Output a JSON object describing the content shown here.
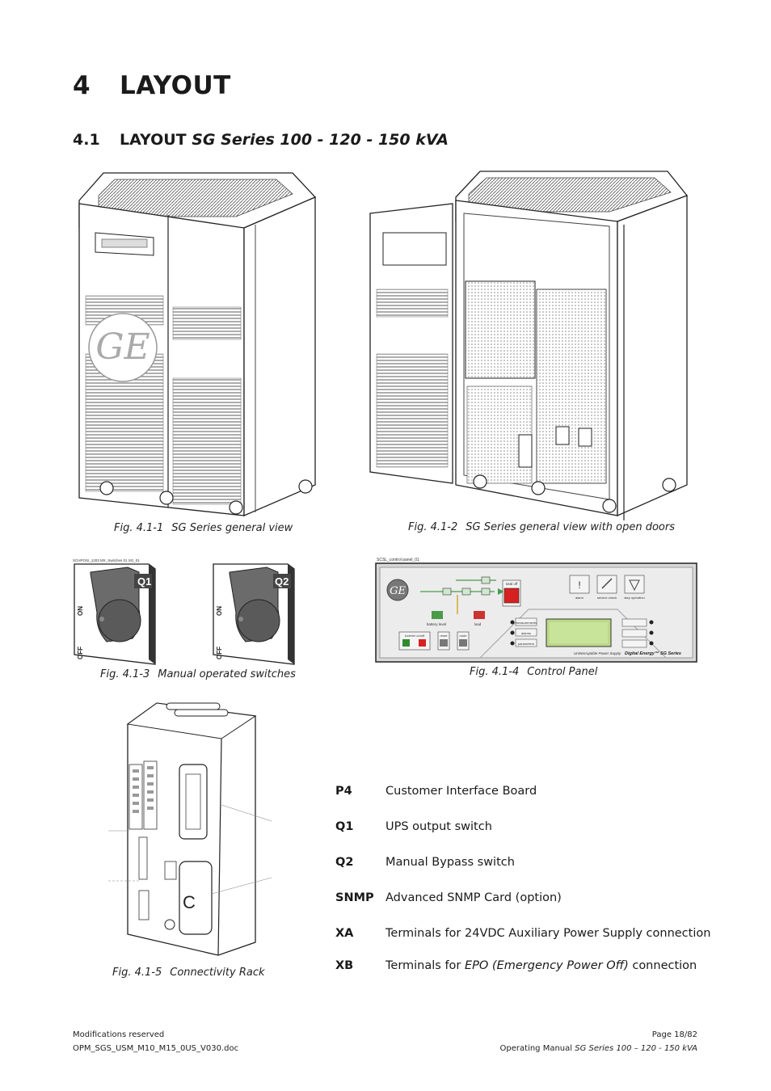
{
  "heading": {
    "number": "4",
    "title": "LAYOUT"
  },
  "subheading": {
    "number": "4.1",
    "title_plain": "LAYOUT ",
    "title_italic": "SG Series 100 - 120 - 150 kVA"
  },
  "figures": [
    {
      "id": "Fig. 4.1-1",
      "caption": "SG Series general view"
    },
    {
      "id": "Fig. 4.1-2",
      "caption": "SG Series general view with open doors"
    },
    {
      "id": "Fig. 4.1-3",
      "caption": "Manual operated switches"
    },
    {
      "id": "Fig. 4.1-4",
      "caption": "Control Panel"
    },
    {
      "id": "Fig. 4.1-5",
      "caption": "Connectivity Rack"
    }
  ],
  "switches": {
    "q1": "Q1",
    "q2": "Q2",
    "on": "ON",
    "off": "OFF",
    "tag": "SCHPOSI_1203 MX_Switches 01 SG_01"
  },
  "control_panel": {
    "tag": "SCSL_control panel_01",
    "total_off": "total off",
    "battery_level": "battery level",
    "load": "load",
    "alarm": "alarm",
    "service_check": "service check",
    "step_operation": "step operation",
    "inverter": "inverter on/off",
    "reset": "reset",
    "mute": "mute",
    "measurements": "measurements",
    "alarms": "alarms",
    "parameters": "parameters",
    "brand": "Uninterruptible Power Supply",
    "brand_bold": "Digital Energy™ SG Series"
  },
  "legend": [
    {
      "code": "P4",
      "desc": "Customer Interface Board"
    },
    {
      "code": "Q1",
      "desc": "UPS output switch"
    },
    {
      "code": "Q2",
      "desc": "Manual Bypass switch"
    },
    {
      "code": "SNMP",
      "desc": "Advanced SNMP Card (option)"
    },
    {
      "code": "XA",
      "desc": "Terminals for 24VDC Auxiliary Power Supply connection"
    },
    {
      "code": "XB",
      "desc_pre": "Terminals for ",
      "desc_italic": "EPO (Emergency Power Off)",
      "desc_post": " connection"
    }
  ],
  "footer": {
    "left_top": "Modifications reserved",
    "left_bottom": "OPM_SGS_USM_M10_M15_0US_V030.doc",
    "right_top": "Page 18/82",
    "right_bottom_plain": "Operating Manual ",
    "right_bottom_italic": "SG Series 100 – 120 - 150 kVA"
  }
}
